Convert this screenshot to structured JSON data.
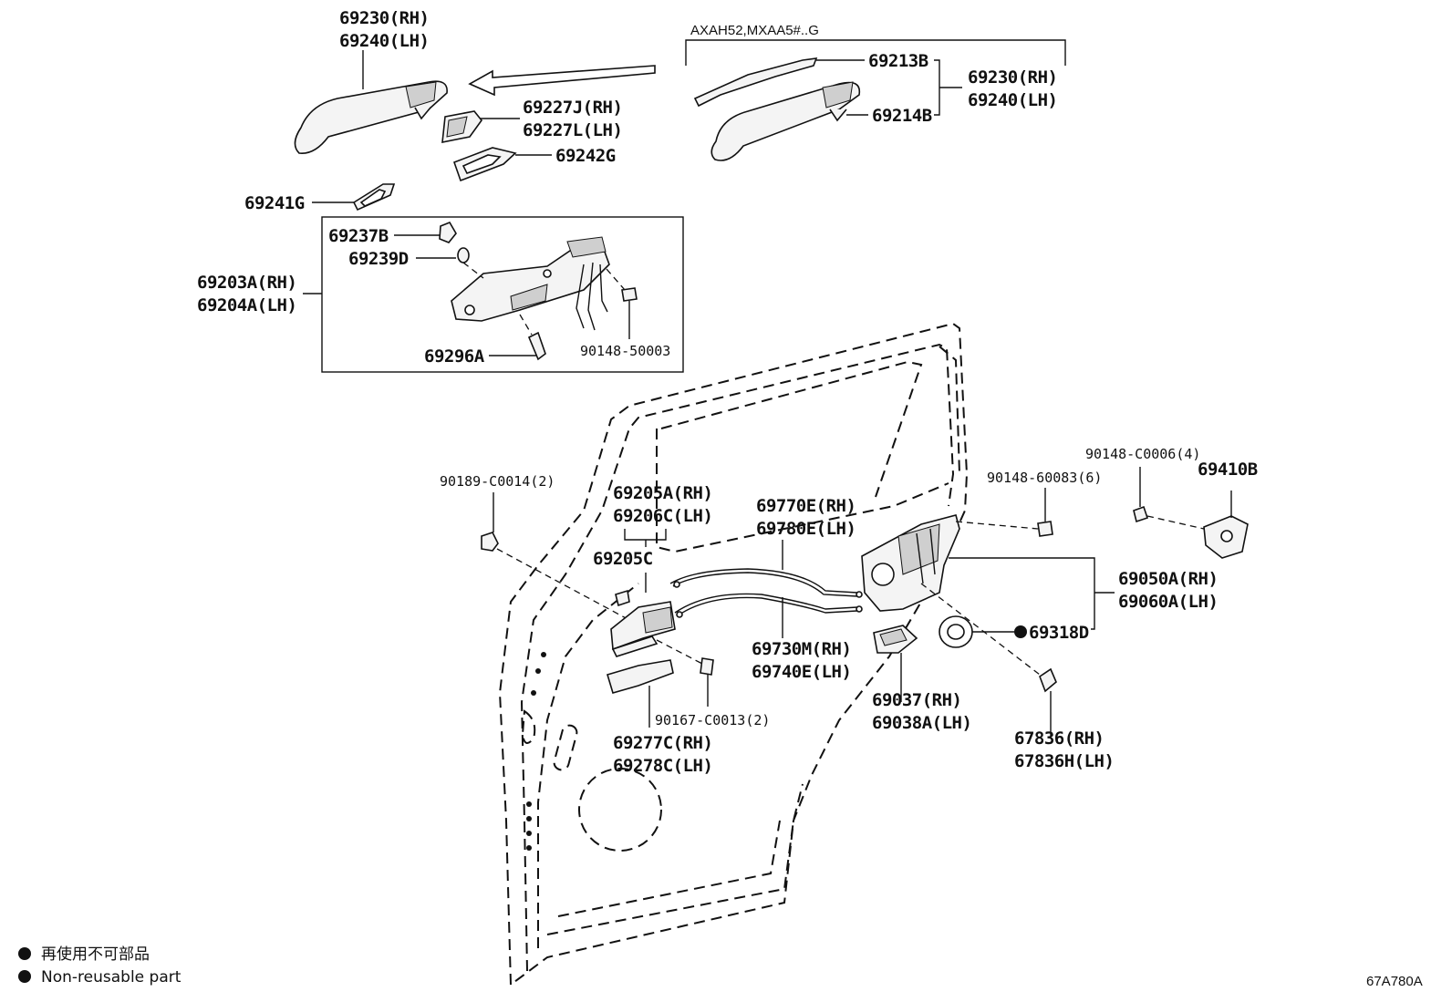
{
  "labels": {
    "p69230_top": "69230(RH)",
    "p69240_top": "69240(LH)",
    "p69227j": "69227J(RH)",
    "p69227l": "69227L(LH)",
    "p69242g": "69242G",
    "p69241g": "69241G",
    "p69237b": "69237B",
    "p69239d": "69239D",
    "p69203a": "69203A(RH)",
    "p69204a": "69204A(LH)",
    "p69296a": "69296A",
    "p90148_50003": "90148-50003",
    "variant": "AXAH52,MXAA5#..G",
    "p69213b": "69213B",
    "p69214b": "69214B",
    "p69230_right": "69230(RH)",
    "p69240_right": "69240(LH)",
    "p90189": "90189-C0014(2)",
    "p69205a": "69205A(RH)",
    "p69206c": "69206C(LH)",
    "p69205c": "69205C",
    "p69770e": "69770E(RH)",
    "p69780e": "69780E(LH)",
    "p90148_60083": "90148-60083(6)",
    "p90148_c0006": "90148-C0006(4)",
    "p69410b": "69410B",
    "p69050a": "69050A(RH)",
    "p69060a": "69060A(LH)",
    "p69318d": "69318D",
    "p69730m": "69730M(RH)",
    "p69740e": "69740E(LH)",
    "p90167": "90167-C0013(2)",
    "p69277c": "69277C(RH)",
    "p69278c": "69278C(LH)",
    "p69037": "69037(RH)",
    "p69038a": "69038A(LH)",
    "p67836_rh": "67836(RH)",
    "p67836h": "67836H(LH)"
  },
  "legend": {
    "line_jp": "再使用不可部品",
    "line_en": "Non-reusable part"
  },
  "diagram_code": "67A780A"
}
